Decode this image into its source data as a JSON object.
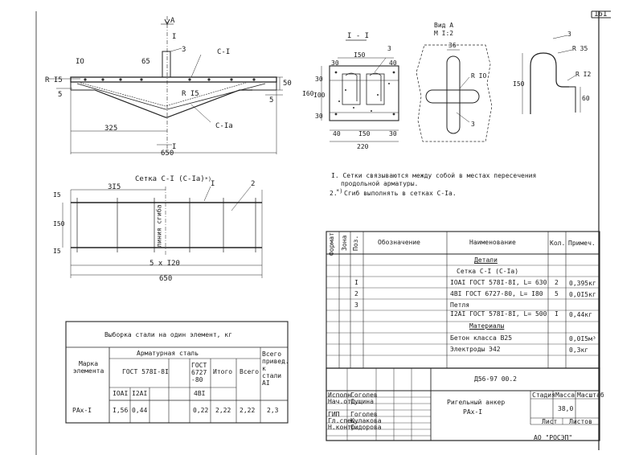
{
  "sheet_number": "161",
  "section_mark": {
    "a": "A",
    "i": "I"
  },
  "main_view": {
    "dims": {
      "d10": "IO",
      "d65": "65",
      "d3": "3",
      "r15": "R I5",
      "d5l": "5",
      "d5r": "5",
      "d50": "50",
      "d325": "325",
      "d650": "650",
      "r15b": "R I5"
    },
    "labels": {
      "c1": "C-I",
      "c1a": "C-Ia",
      "sec_i": "I"
    }
  },
  "section_view": {
    "title": "I - I",
    "dims": {
      "d150": "I50",
      "d30a": "30",
      "d40a": "40",
      "d3": "3",
      "d30b": "30",
      "d100": "I00",
      "d160": "I60",
      "d30c": "30",
      "d40b": "40",
      "d150b": "I50",
      "d30d": "30",
      "d220": "220"
    }
  },
  "view_a": {
    "title": "Вид А",
    "scale": "М I:2",
    "dims": {
      "d36": "36",
      "r10": "R IO",
      "d3": "3"
    }
  },
  "hook_view": {
    "dims": {
      "d3": "3",
      "r35": "R 35",
      "r12": "R I2",
      "d150": "I50",
      "d60": "60"
    }
  },
  "mesh_view": {
    "title": "Сетка С-I (С-Ia)",
    "title_mark": "*)",
    "dims": {
      "d315": "3I5",
      "d1": "I",
      "d2": "2",
      "d15a": "I5",
      "d150": "I50",
      "d15b": "I5",
      "d5x120": "5 х I20",
      "d650": "650"
    },
    "axis_label": "линия сгиба"
  },
  "notes": [
    "I. Сетки связываются между собой в местах пересечения",
    "продольной арматуры.",
    "2.",
    "*)",
    "Сгиб выполнять в сетках С-Ia."
  ],
  "spec_table": {
    "headers": {
      "format": "Формат",
      "zone": "Зона",
      "pos": "Поз.",
      "designation": "Обозначение",
      "name": "Наименование",
      "qty": "Кол.",
      "note": "Примеч."
    },
    "rows": [
      {
        "pos": "",
        "name": "Детали",
        "qty": "",
        "note": ""
      },
      {
        "pos": "",
        "name": "Сетка С-I (С-Ia)",
        "qty": "",
        "note": ""
      },
      {
        "pos": "I",
        "name": "IOAI ГОСТ 578I-8I, L= 630",
        "qty": "2",
        "note": "0,395кг"
      },
      {
        "pos": "2",
        "name": "4ВI ГОСТ 6727-80, L= I80",
        "qty": "5",
        "note": "0,0I5кг"
      },
      {
        "pos": "3",
        "name": "Петля",
        "qty": "",
        "note": ""
      },
      {
        "pos": "",
        "name": "I2AI ГОСТ 578I-8I, L= 500",
        "qty": "I",
        "note": "0,44кг"
      },
      {
        "pos": "",
        "name": "Материалы",
        "qty": "",
        "note": ""
      },
      {
        "pos": "",
        "name": "Бетон класса В25",
        "qty": "",
        "note": "0,0I5м³"
      },
      {
        "pos": "",
        "name": "Электроды Э42",
        "qty": "",
        "note": "0,3кг"
      }
    ]
  },
  "steel_table": {
    "title": "Выборка стали на один элемент, кг",
    "headers": {
      "mark": "Марка элемента",
      "reinf": "Арматурная сталь",
      "gost1": "ГОСТ 578I-8I",
      "gost2": "ГОСТ 6727 -80",
      "total": "Итого",
      "all": "Всего",
      "grand": "Всего привед. к стали АI",
      "c1": "IOAI",
      "c2": "I2AI",
      "c3": "4ВI"
    },
    "row": {
      "mark": "РАх-I",
      "a1": "I,56",
      "a2": "0,44",
      "b1": "0,22",
      "total": "2,22",
      "all": "2,22",
      "grand": "2,3"
    }
  },
  "title_block": {
    "doc_code": "Д56-97  00.2",
    "title1": "Ригельный анкер",
    "title2": "РАх-I",
    "stage": "Стадия",
    "mass": "Масса",
    "scale": "Масштаб",
    "mass_val": "38,0",
    "sheet": "Лист",
    "sheets": "Листов",
    "org": "АО \"РОСЭП\"",
    "people": [
      {
        "role": "Исполн.",
        "name": "Гоголев"
      },
      {
        "role": "Нач.отд.",
        "name": "Сущина"
      },
      {
        "role": "ГИП",
        "name": "Гоголев"
      },
      {
        "role": "Гл.спец.",
        "name": "Кулакова"
      },
      {
        "role": "Н.контр.",
        "name": "Сидорова"
      }
    ]
  }
}
